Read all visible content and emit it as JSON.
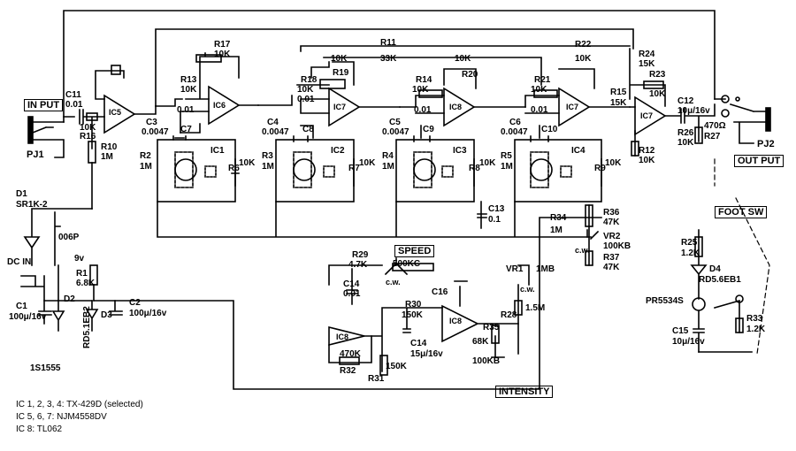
{
  "ports": {
    "input": "IN PUT",
    "output": "OUT PUT",
    "dc_in": "DC IN",
    "pj1": "PJ1",
    "pj2": "PJ2",
    "foot_sw": "FOOT SW",
    "speed": "SPEED",
    "intensity": "INTENSITY"
  },
  "labels": {
    "C11": "C11",
    "C11v": "0.01",
    "R16": "R16",
    "R16v": "10K",
    "R10": "R10",
    "R10v": "1M",
    "IC5": "IC5",
    "IC6": "IC6",
    "IC7a": "IC7",
    "IC7b": "IC7",
    "IC8a": "IC8",
    "IC8b": "IC8",
    "R17": "R17",
    "R17v": "10K",
    "R13": "R13",
    "R13v": "10K",
    "C3": "C3",
    "C3v": "0.0047",
    "C7": "C7",
    "C7v": "0.01",
    "R11": "R11",
    "R11v": "33K",
    "R18": "R18",
    "R18v": "10K",
    "R19": "R19",
    "R19v": "10K",
    "C4": "C4",
    "C4v": "0.0047",
    "C8": "C8",
    "C8v": "0.01",
    "R14": "R14",
    "R14v": "10K",
    "R20": "R20",
    "R20v": "10K",
    "C5": "C5",
    "C5v": "0.0047",
    "C9": "C9",
    "C9v": "0.01",
    "R22": "R22",
    "R22v": "10K",
    "R21": "R21",
    "R21v": "10K",
    "C6": "C6",
    "C6v": "0.0047",
    "C10": "C10",
    "C10v": "0.01",
    "R24": "R24",
    "R24v": "15K",
    "R23": "R23",
    "R23v": "10K",
    "R15": "R15",
    "R15v": "15K",
    "R12": "R12",
    "R12v": "10K",
    "C12": "C12",
    "C12v": "10μ/16v",
    "R26": "R26",
    "R26v": "10K",
    "R27": "R27",
    "R27v": "470Ω",
    "IC1": "IC1",
    "IC2": "IC2",
    "IC3": "IC3",
    "IC4": "IC4",
    "R2": "R2",
    "R2v": "1M",
    "R3": "R3",
    "R3v": "1M",
    "R4": "R4",
    "R4v": "1M",
    "R5": "R5",
    "R5v": "1M",
    "R6": "R6",
    "R6v": "10K",
    "R7": "R7",
    "R7v": "10K",
    "R8": "R8",
    "R8v": "10K",
    "R9": "R9",
    "R9v": "10K",
    "C13": "C13",
    "C13v": "0.1",
    "R34": "R34",
    "R34v": "1M",
    "R36": "R36",
    "R36v": "47K",
    "VR2": "VR2",
    "VR2v": "100KB",
    "R37": "R37",
    "R37v": "47K",
    "D1": "D1",
    "D1v": "SR1K-2",
    "Q06P": "006P",
    "batt": "9v",
    "R1": "R1",
    "R1v": "6.8K",
    "D2": "D2",
    "D3": "D3",
    "D3v": "RD5.1EB2",
    "C1": "C1",
    "C1v": "100μ/16v",
    "C2": "C2",
    "C2v": "100μ/16v",
    "D1555": "1S1555",
    "R29": "R29",
    "R29v": "4.7K",
    "VRspeed": "500KC",
    "C14": "C14",
    "C14v": "0.01",
    "R30": "R30",
    "R30v": "150K",
    "C16": "C16",
    "C14b": "C14",
    "C14bv": "15μ/16v",
    "R32": "R32",
    "R32v": "470K",
    "R31": "R31",
    "R31v": "150K",
    "VR1": "VR1",
    "VR1v": "1MB",
    "R28": "R28",
    "R28v": "1.5M",
    "R35": "R35",
    "R35v": "68K",
    "VRint": "100KB",
    "R25": "R25",
    "R25v": "1.2K",
    "D4": "D4",
    "D4v": "RD5.6EB1",
    "PR": "PR5534S",
    "C15": "C15",
    "C15v": "10μ/16v",
    "R33": "R33",
    "R33v": "1.2K",
    "cw": "c.w."
  },
  "notes": [
    "IC 1, 2, 3, 4: TX-429D (selected)",
    "IC 5, 6, 7: NJM4558DV",
    "IC 8: TL062"
  ]
}
